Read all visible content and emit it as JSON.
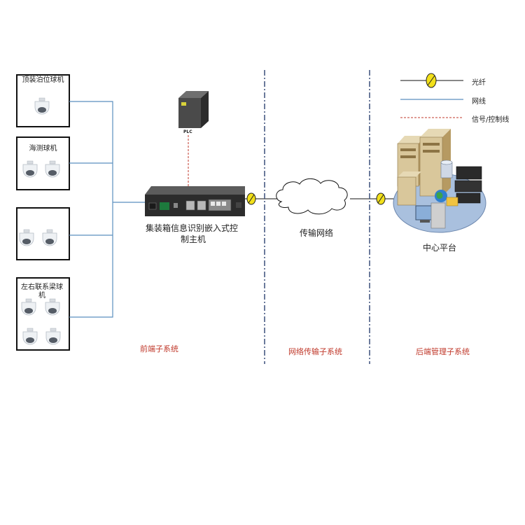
{
  "camera_groups": [
    {
      "title": "顶装泊位球机"
    },
    {
      "title": "海测球机"
    },
    {
      "title": ""
    },
    {
      "title": "左右联系梁球机"
    }
  ],
  "plc": {
    "label": "PLC"
  },
  "controller": {
    "label_line1": "集装箱信息识别嵌入式控",
    "label_line2": "制主机"
  },
  "network": {
    "label": "传输网络"
  },
  "platform": {
    "label": "中心平台"
  },
  "subsystems": {
    "front": "前端子系统",
    "network": "网络传输子系统",
    "back": "后端管理子系统"
  },
  "legend": {
    "fiber": "光纤",
    "net_line": "网线",
    "signal_line": "信号/控制线"
  },
  "colors": {
    "net_line": "#5b8fbf",
    "signal_line": "#c0392b",
    "fiber_node": "#f2e01a",
    "subsystem_label": "#c0392b",
    "divider": "#3a4f7a"
  }
}
